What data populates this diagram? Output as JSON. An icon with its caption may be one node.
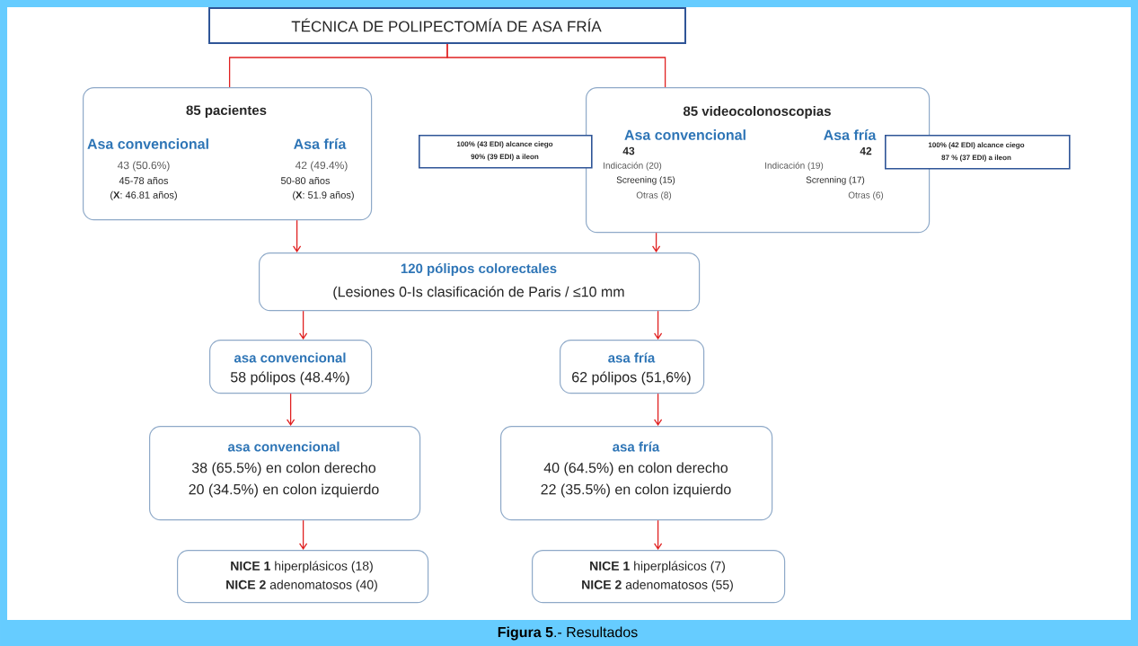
{
  "diagram": {
    "caption": "**Figura 5**.- Resultados",
    "nodes": [
      {
        "text": [
          "TÉCNICA DE POLIPECTOMÍA DE ASA FRÍA"
        ]
      },
      {
        "text": [
          "85 pacientes",
          "Asa convencional",
          "43 (50.6%)",
          "45-78 años",
          "(**X**: 46.81 años)",
          "Asa fría",
          "42 (49.4%)",
          "50-80 años",
          "(**X**: 51.9 años)"
        ]
      },
      {
        "text": [
          "85 videocolonoscopias",
          "Asa convencional",
          "43",
          "Indicación (20)",
          "Screening (15)",
          "Otras (8)",
          "Asa fría",
          "42",
          "Indicación (19)",
          "Screnning (17)",
          "Otras (6)"
        ]
      },
      {
        "text": [
          "100% (43 EDI) alcance ciego",
          "90% (39 EDI) a ileon"
        ]
      },
      {
        "text": [
          "100% (42 EDI) alcance ciego",
          "87 % (37 EDI) a ileon"
        ]
      },
      {
        "text": [
          "120 pólipos colorectales",
          "(Lesiones 0-Is clasificación de Paris / ≤10 mm"
        ]
      },
      {
        "text": [
          "asa convencional",
          "58 pólipos (48.4%)"
        ]
      },
      {
        "text": [
          "asa fría",
          "62 pólipos (51,6%)"
        ]
      },
      {
        "text": [
          "asa convencional",
          "38 (65.5%) en colon derecho",
          "20 (34.5%) en colon izquierdo"
        ]
      },
      {
        "text": [
          "asa fría",
          "40 (64.5%) en colon derecho",
          "22 (35.5%) en colon izquierdo"
        ]
      },
      {
        "text": [
          "**NICE 1** hiperplásicos (18)",
          "**NICE 2** adenomatosos (40)"
        ]
      },
      {
        "text": [
          "**NICE 1** hiperplásicos (7)",
          "**NICE 2** adenomatosos (55)"
        ]
      }
    ],
    "edges": [
      {
        "from": 0,
        "to": 1,
        "arrow": "none"
      },
      {
        "from": 0,
        "to": 2,
        "arrow": "none"
      },
      {
        "from": 1,
        "to": 5,
        "arrow": "to"
      },
      {
        "from": 2,
        "to": 5,
        "arrow": "to"
      },
      {
        "from": 5,
        "to": 6,
        "arrow": "to"
      },
      {
        "from": 5,
        "to": 7,
        "arrow": "to"
      },
      {
        "from": 6,
        "to": 8,
        "arrow": "to"
      },
      {
        "from": 7,
        "to": 9,
        "arrow": "to"
      },
      {
        "from": 8,
        "to": 10,
        "arrow": "to"
      },
      {
        "from": 9,
        "to": 11,
        "arrow": "to"
      }
    ]
  }
}
